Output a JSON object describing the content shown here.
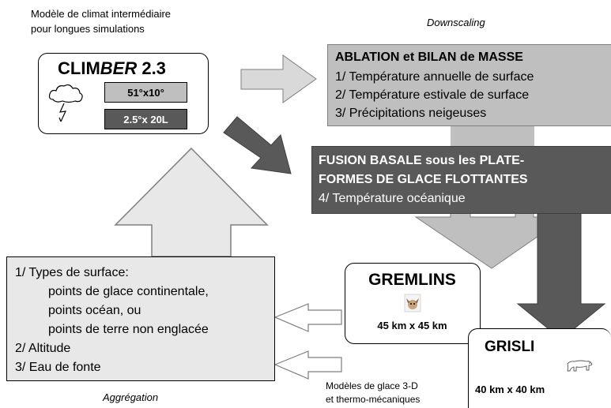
{
  "intro": {
    "line1": "Modèle de climat intermédiaire",
    "line2": "pour longues simulations"
  },
  "downscaling_label": "Downscaling",
  "climber": {
    "title_part1": "CLIM",
    "title_part2": "BER",
    "title_part3": " 2.3",
    "res_atm": "51°x10°",
    "res_ocean": "2.5°x 20L",
    "icon": "storm-cloud-icon"
  },
  "ablation": {
    "title": "ABLATION et BILAN de MASSE",
    "item1": "1/ Température annuelle de surface",
    "item2": "2/ Température estivale de surface",
    "item3": "3/ Précipitations neigeuses"
  },
  "fusion": {
    "title1": "FUSION BASALE sous les PLATE-",
    "title2": "FORMES DE GLACE FLOTTANTES",
    "item4": "4/ Température océanique"
  },
  "aggregation": {
    "item1": "1/ Types de surface:",
    "sub1": "points de glace continentale,",
    "sub2": "points océan, ou",
    "sub3": "points de terre non englacée",
    "item2": "2/ Altitude",
    "item3": "3/ Eau de fonte",
    "label": "Aggrégation"
  },
  "gremlins": {
    "title": "GREMLINS",
    "resolution": "45 km x 45 km",
    "icon": "gremlin-icon"
  },
  "grisli": {
    "title": "GRISLI",
    "resolution": "40 km x 40 km",
    "icon": "polar-bear-icon"
  },
  "ice_models": {
    "line1": "Modèles de glace 3-D",
    "line2": "et thermo-mécaniques"
  },
  "colors": {
    "light_box": "#bfbfbf",
    "dark_box": "#595959",
    "pale_fill": "#e8e8e8",
    "white_box": "#ffffff"
  }
}
